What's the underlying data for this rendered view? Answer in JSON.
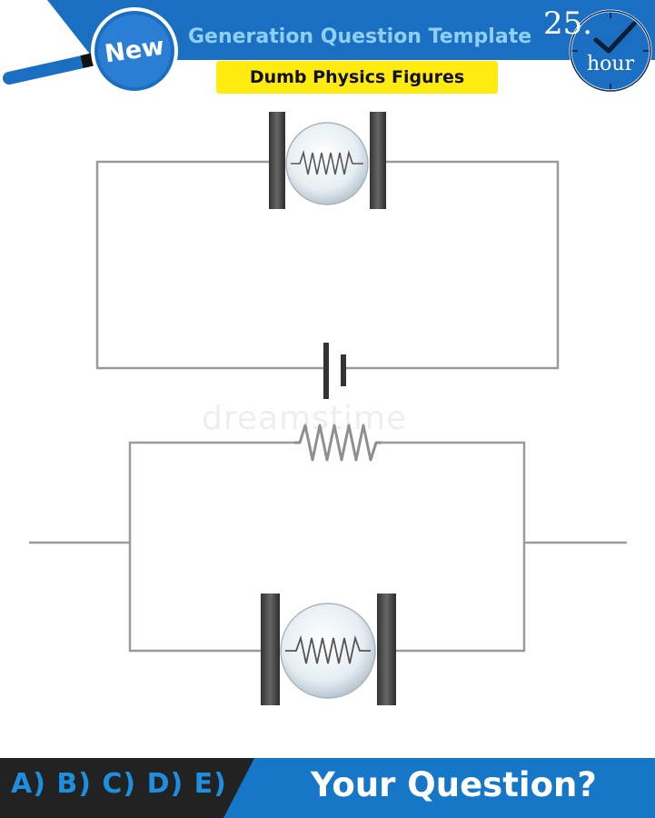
{
  "header": {
    "title": "Generation Question Template",
    "subtitle": "Dumb Physics Figures",
    "badge": "New",
    "clock_number": "25.",
    "clock_unit": "hour"
  },
  "watermark": "dreamstime",
  "footer": {
    "options": "A) B) C) D) E)",
    "question": "Your Question?"
  },
  "colors": {
    "header_blue": "#1a6fc2",
    "accent_yellow": "#ffeb0f",
    "footer_dark": "#222222",
    "footer_blue": "#1677c9",
    "option_blue": "#1e8fe0"
  },
  "icons": [
    "magnifier-icon",
    "clock-icon",
    "checkmark-icon",
    "bulb-icon",
    "resistor-icon",
    "battery-icon"
  ]
}
